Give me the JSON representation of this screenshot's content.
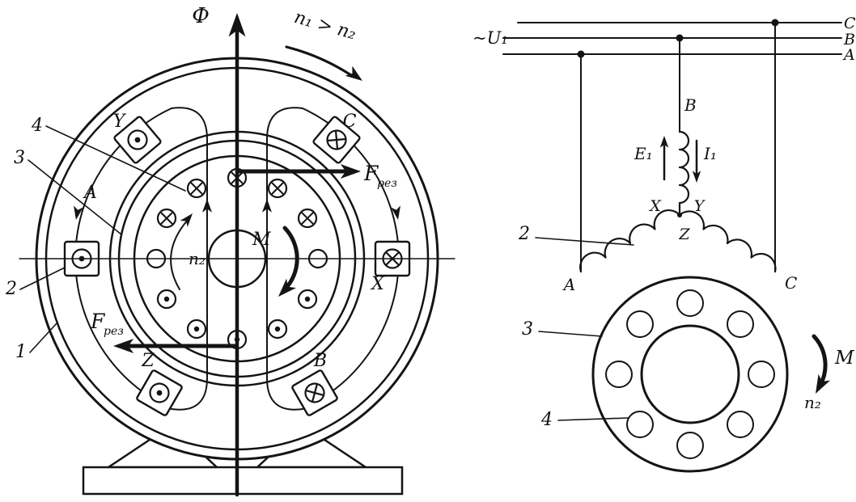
{
  "motor_section": {
    "flux_label": "Ф",
    "speed_relation": "n₁ > n₂",
    "force_main": "F",
    "force_sub": "рез",
    "torque_label": "M",
    "rotor_speed": "n₂",
    "coils": {
      "y": "Y",
      "c": "C",
      "a": "A",
      "x": "X",
      "z": "Z",
      "b": "B"
    },
    "callouts": {
      "frame": "1",
      "stator_winding": "2",
      "stator_core": "3",
      "rotor_conductor": "4"
    }
  },
  "circuit_section": {
    "supply": "~U₁",
    "line_c": "C",
    "line_b": "B",
    "line_a": "A",
    "phase_b": "B",
    "emf": "E₁",
    "current": "I₁",
    "term_x": "X",
    "term_y": "Y",
    "term_z": "Z",
    "phase_a": "A",
    "phase_c": "C",
    "winding_callout": "2"
  },
  "rotor_section": {
    "core_callout": "3",
    "bar_callout": "4",
    "torque_label": "M",
    "speed_label": "n₂"
  }
}
